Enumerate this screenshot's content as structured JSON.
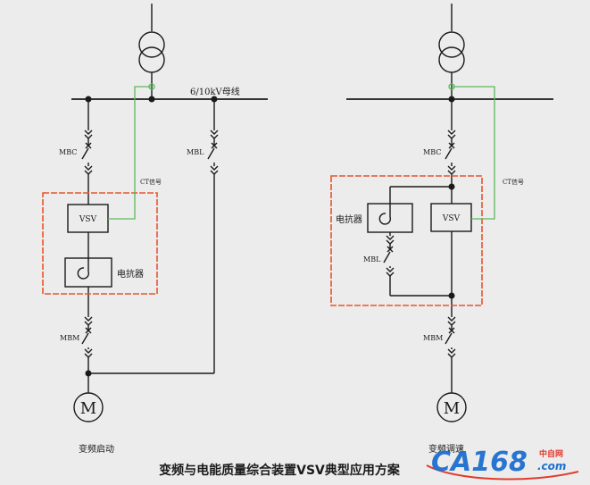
{
  "bus_label": "6/10kV母线",
  "ct_signal_label": "CT信号",
  "left_scheme": {
    "mbc_label": "MBC",
    "mbl_label": "MBL",
    "mbm_label": "MBM",
    "vsv_label": "VSV",
    "reactor_label": "电抗器",
    "motor_label": "M",
    "caption": "变频启动"
  },
  "right_scheme": {
    "mbc_label": "MBC",
    "mbl_label": "MBL",
    "mbm_label": "MBM",
    "vsv_label": "VSV",
    "reactor_label": "电抗器",
    "motor_label": "M",
    "caption": "变频调速"
  },
  "title": "变频与电能质量综合装置VSV典型应用方案",
  "watermark": {
    "logo_text": "CA168",
    "sub_text": "中自网",
    "domain_text": ".com"
  },
  "colors": {
    "line": "#1a1a1a",
    "signal": "#5cb85c",
    "panel_border": "#e8542c",
    "watermark_blue": "#1e6fd0",
    "watermark_red": "#e33b2e"
  }
}
